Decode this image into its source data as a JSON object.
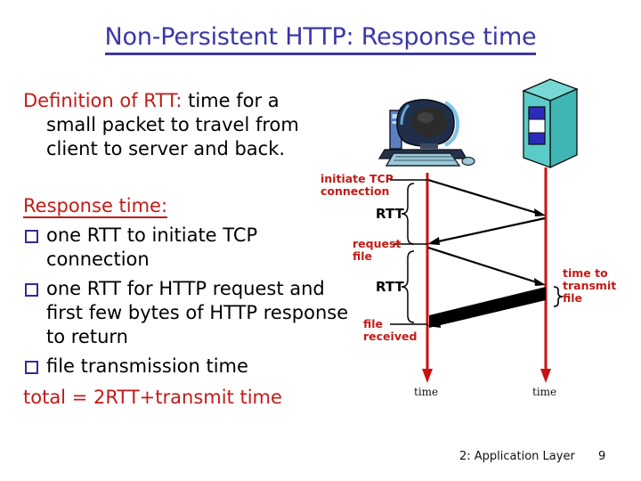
{
  "slide": {
    "title": "Non-Persistent HTTP: Response time",
    "title_color": "#3A37A8",
    "accent_red": "#C21B17",
    "bullet_color": "#2E2E8F"
  },
  "definition": {
    "lead": "Definition of RTT:",
    "line1": " time for a",
    "line2": "small packet to travel from",
    "line3": "client to server and back."
  },
  "response": {
    "heading": "Response time:",
    "bullets": [
      "one RTT to initiate TCP connection",
      "one RTT for HTTP request and first few bytes of HTTP response to return",
      "file transmission time"
    ],
    "total": "total = 2RTT+transmit time"
  },
  "diagram": {
    "client_icon": "desktop-computer-icon",
    "server_icon": "server-box-icon",
    "labels": {
      "initiate_tcp": "initiate TCP",
      "connection": "connection",
      "request": "request",
      "file": "file",
      "file_received_1": "file",
      "file_received_2": "received",
      "rtt_top": "RTT",
      "rtt_bottom": "RTT",
      "transmit_1": "time to",
      "transmit_2": "transmit",
      "transmit_3": "file",
      "time_left": "time",
      "time_right": "time"
    },
    "colors": {
      "timeline": "#CC1111",
      "arrow": "#000000",
      "transmit_band": "#000000",
      "server_body": "#5BCBC9",
      "server_panel": "#2C2CB8"
    }
  },
  "footer": {
    "chapter": "2: Application Layer",
    "page": "9"
  }
}
